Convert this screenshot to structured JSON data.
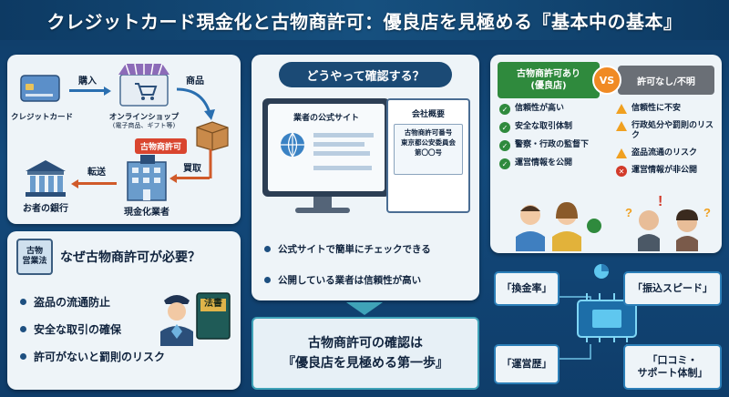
{
  "title": "クレジットカード現金化と古物商許可：優良店を見極める『基本中の基本』",
  "flow": {
    "credit_card": "クレジットカード",
    "purchase": "購入",
    "online_shop": "オンラインショップ",
    "online_shop_sub": "(電子商品、ギフト等)",
    "goods": "商品",
    "permit_tag": "古物商許可",
    "buyback": "買取",
    "transfer": "転送",
    "bank": "お者の銀行",
    "dealer": "現金化業者"
  },
  "why": {
    "law_badge_line1": "古物",
    "law_badge_line2": "営業法",
    "heading": "なぜ古物商許可が必要？",
    "book_label": "法書",
    "bullets": [
      "盗品の流通防止",
      "安全な取引の確保",
      "許可がないと罰則のリスク"
    ]
  },
  "check": {
    "heading": "どうやって確認する？",
    "site_title": "業者の公式サイト",
    "doc_title": "会社概要",
    "doc_line1": "古物商許可番号",
    "doc_line2": "東京都公安委員会",
    "doc_line3": "第〇〇号",
    "bullets": [
      "公式サイトで簡単にチェックできる",
      "公開している業者は信頼性が高い"
    ]
  },
  "conclusion": {
    "line1": "古物商許可の確認は",
    "line2": "『優良店を見極める第一歩』"
  },
  "compare": {
    "left_head": "古物商許可あり",
    "left_sub": "(優良店)",
    "vs": "VS",
    "right_head": "許可なし/不明",
    "left_items": [
      "信頼性が高い",
      "安全な取引体制",
      "警察・行政の監督下",
      "運営情報を公開"
    ],
    "right_items": [
      "信頼性に不安",
      "行政処分や罰則のリスク",
      "盗品流通のリスク",
      "運営情報が非公開"
    ]
  },
  "criteria": {
    "rate": "「換金率」",
    "speed": "「振込スピード」",
    "history": "「運営歴」",
    "reviews_line1": "「口コミ・",
    "reviews_line2": "サポート体制」"
  },
  "colors": {
    "bg": "#134a7c",
    "accent": "#2c7fb8",
    "good": "#2f8a3d",
    "warn": "#f0a020",
    "bad": "#d23a2a",
    "tag": "#d9452f"
  }
}
